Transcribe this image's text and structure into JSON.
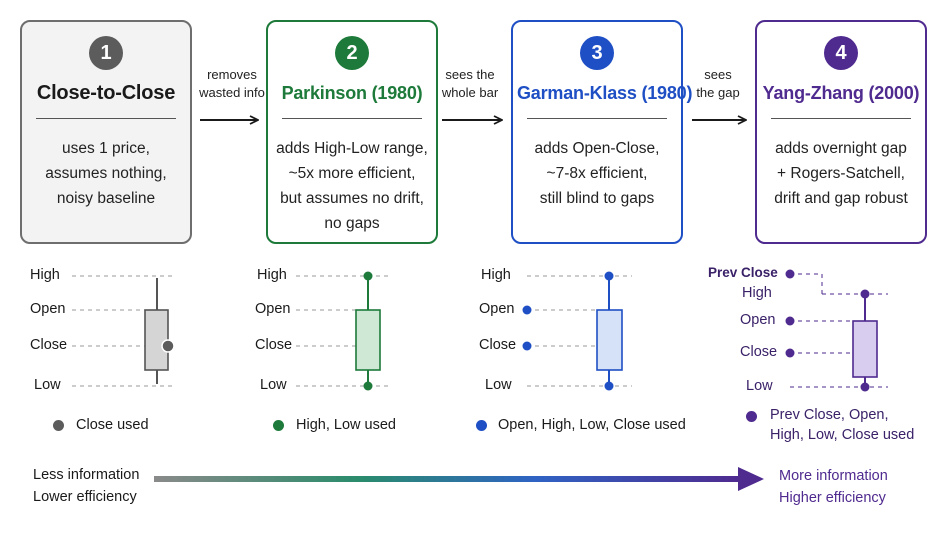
{
  "cards": [
    {
      "number": "1",
      "title": "Close-to-Close",
      "desc": [
        "uses 1 price,",
        "assumes nothing,",
        "noisy baseline"
      ]
    },
    {
      "number": "2",
      "title": "Parkinson (1980)",
      "desc": [
        "adds High-Low range,",
        "~5x more efficient,",
        "but assumes no drift,",
        "no gaps"
      ]
    },
    {
      "number": "3",
      "title": "Garman-Klass (1980)",
      "desc": [
        "adds Open-Close,",
        "~7-8x efficient,",
        "still blind to gaps"
      ]
    },
    {
      "number": "4",
      "title": "Yang-Zhang (2000)",
      "desc": [
        "adds overnight gap",
        "+ Rogers-Satchell,",
        "drift and gap robust"
      ]
    }
  ],
  "connectors": [
    {
      "line1": "removes",
      "line2": "wasted info"
    },
    {
      "line1": "sees the",
      "line2": "whole bar"
    },
    {
      "line1": "sees",
      "line2": "the gap"
    }
  ],
  "levels": {
    "high": "High",
    "open": "Open",
    "close": "Close",
    "low": "Low",
    "prev_close": "Prev Close"
  },
  "legends": [
    {
      "text": "Close used"
    },
    {
      "text": "High, Low used"
    },
    {
      "text": "Open, High, Low, Close used"
    },
    {
      "line1": "Prev Close, Open,",
      "line2": "High, Low, Close used"
    }
  ],
  "footer": {
    "left_line1": "Less information",
    "left_line2": "Lower efficiency",
    "right_line1": "More information",
    "right_line2": "Higher efficiency"
  },
  "colors": {
    "gray": "#5c5c5c",
    "green": "#1d7a3a",
    "blue": "#1f4fc4",
    "purple": "#4f2a8f"
  }
}
